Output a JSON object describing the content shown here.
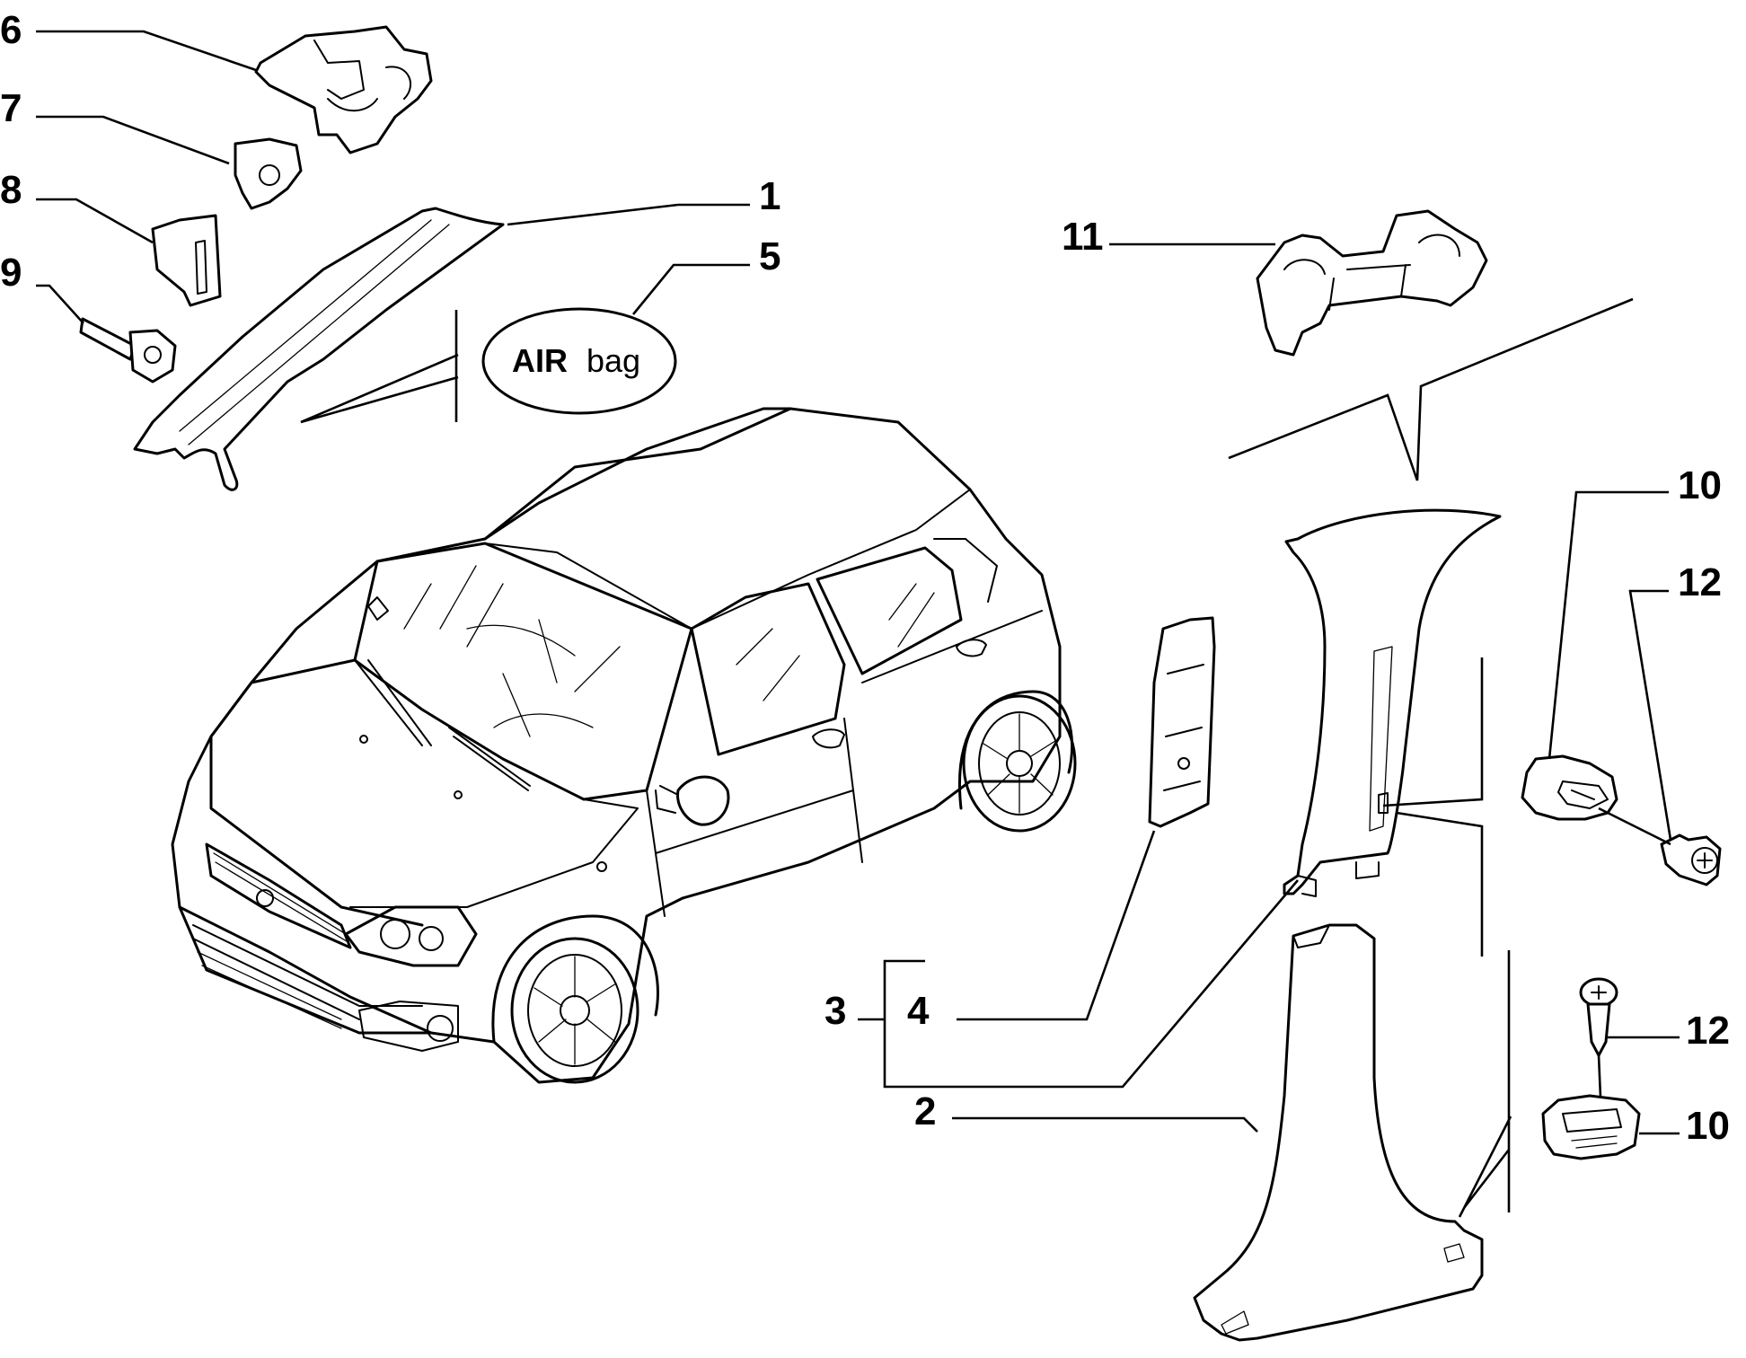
{
  "callouts": {
    "c1": "1",
    "c2": "2",
    "c3": "3",
    "c4": "4",
    "c5": "5",
    "c6": "6",
    "c7": "7",
    "c8": "8",
    "c9": "9",
    "c10a": "10",
    "c10b": "10",
    "c11": "11",
    "c12a": "12",
    "c12b": "12"
  },
  "badge": {
    "strong": "AIR",
    "light": "bag"
  }
}
